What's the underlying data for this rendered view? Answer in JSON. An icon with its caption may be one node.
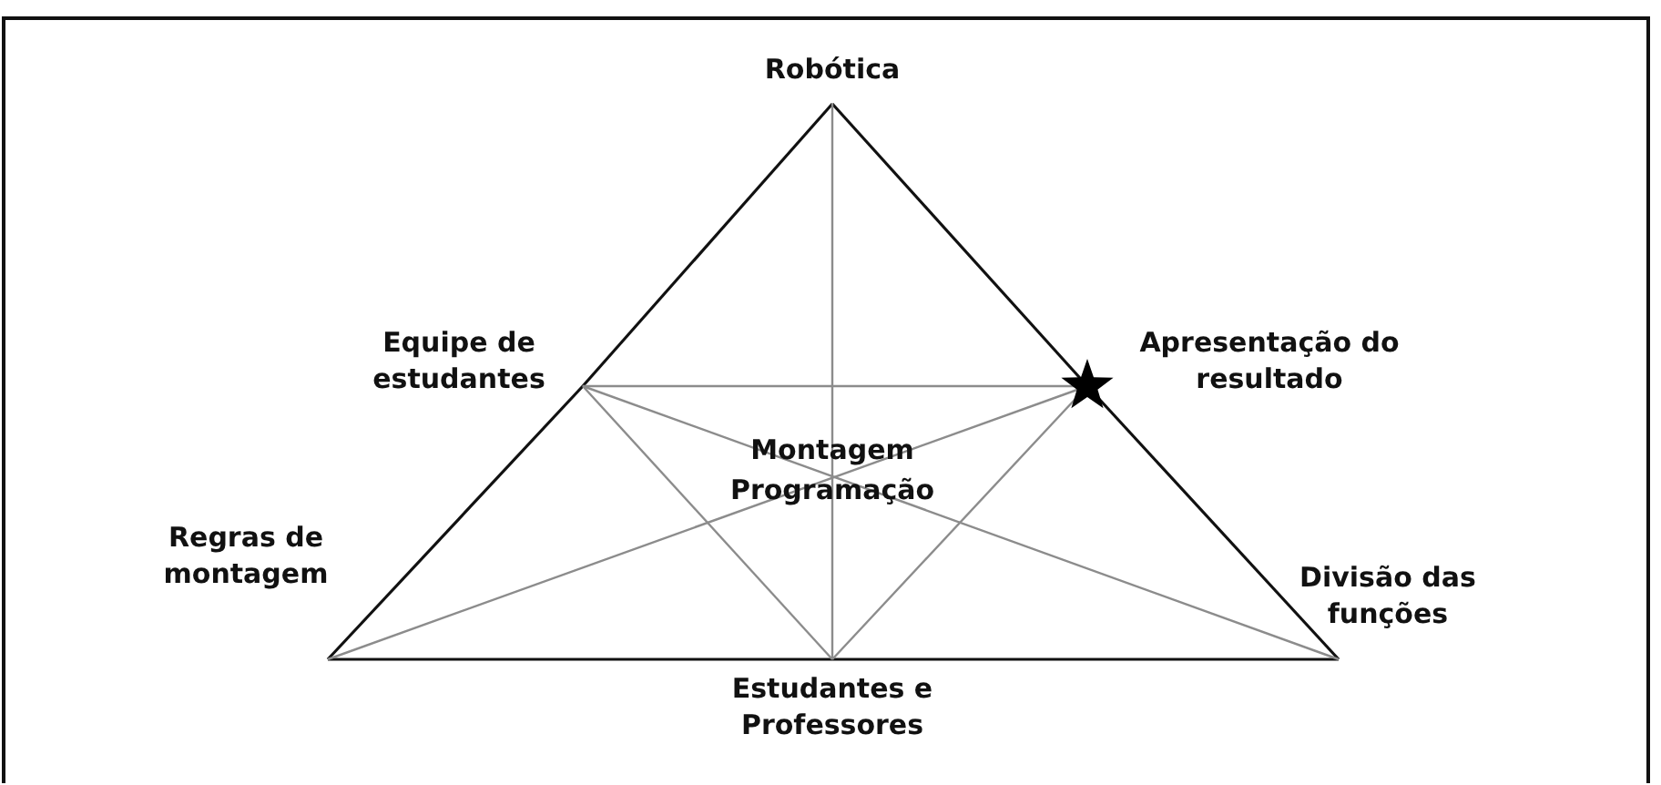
{
  "diagram": {
    "nodes": [
      {
        "text": [
          "Robótica"
        ]
      },
      {
        "text": [
          "Equipe de estudantes"
        ]
      },
      {
        "text": [
          "Apresentação do resultado"
        ]
      },
      {
        "text": [
          "Regras de montagem"
        ]
      },
      {
        "text": [
          "Divisão das funções"
        ]
      },
      {
        "text": [
          "Estudantes e Professores"
        ]
      }
    ],
    "edges": [
      {
        "from": 0,
        "to": 1,
        "arrow": "none"
      },
      {
        "from": 1,
        "to": 3,
        "arrow": "none"
      },
      {
        "from": 0,
        "to": 2,
        "arrow": "none"
      },
      {
        "from": 2,
        "to": 4,
        "arrow": "none"
      },
      {
        "from": 3,
        "to": 5,
        "arrow": "none"
      },
      {
        "from": 5,
        "to": 4,
        "arrow": "none"
      },
      {
        "from": 0,
        "to": 5,
        "arrow": "none",
        "color": "#8c8c8c"
      },
      {
        "from": 1,
        "to": 2,
        "arrow": "none",
        "color": "#8c8c8c"
      },
      {
        "from": 1,
        "to": 5,
        "arrow": "none",
        "color": "#8c8c8c"
      },
      {
        "from": 5,
        "to": 2,
        "arrow": "none",
        "color": "#8c8c8c"
      },
      {
        "from": 3,
        "to": 2,
        "arrow": "none",
        "color": "#8c8c8c"
      },
      {
        "from": 1,
        "to": 4,
        "arrow": "none",
        "color": "#8c8c8c"
      }
    ],
    "labels": [
      "Montagem Programação"
    ]
  }
}
